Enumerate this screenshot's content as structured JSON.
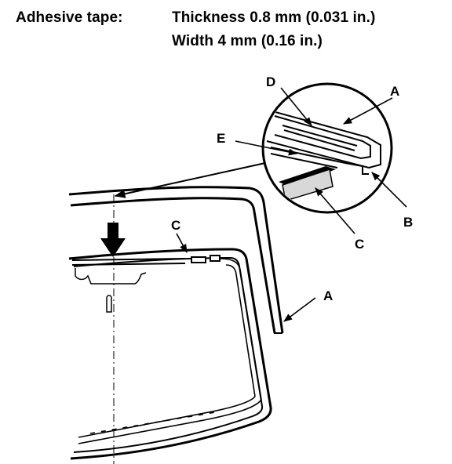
{
  "header": {
    "label": "Adhesive tape:",
    "spec_thickness": "Thickness 0.8 mm (0.031 in.)",
    "spec_width": "Width 4 mm (0.16 in.)"
  },
  "callouts": {
    "a_detail": "A",
    "a_main": "A",
    "b": "B",
    "c_detail": "C",
    "c_main": "C",
    "d": "D",
    "e": "E"
  }
}
